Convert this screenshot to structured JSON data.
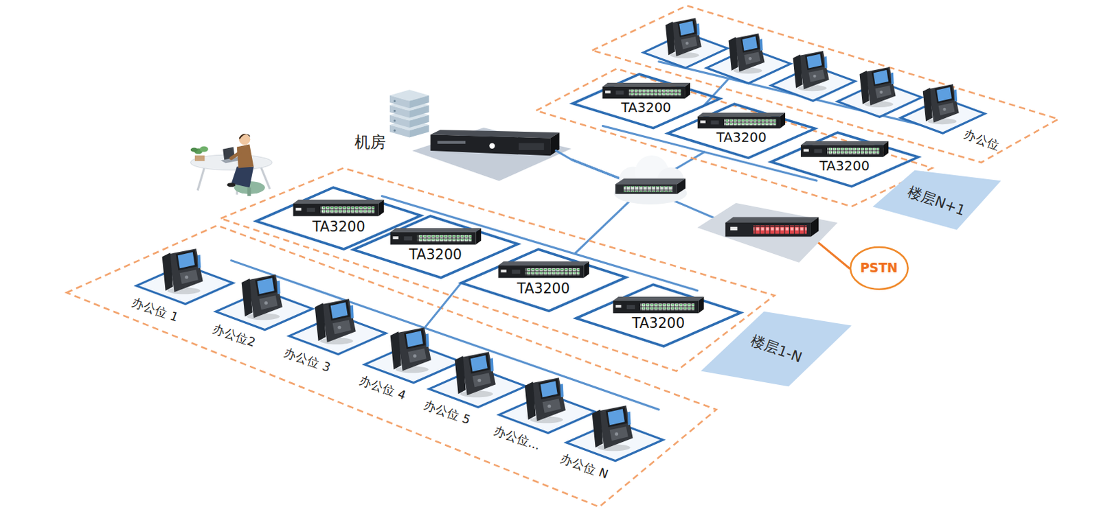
{
  "diagram": {
    "nodes": [
      {
        "text": [
          "机房"
        ]
      },
      {
        "text": [
          "楼层N+1"
        ]
      },
      {
        "text": [
          "TA3200"
        ],
        "in": 1
      },
      {
        "text": [
          "TA3200"
        ],
        "in": 1
      },
      {
        "text": [
          "TA3200"
        ],
        "in": 1
      },
      {
        "text": [
          "办公位"
        ],
        "in": 1
      },
      {
        "text": [
          "楼层1-N"
        ]
      },
      {
        "text": [
          "TA3200"
        ],
        "in": 6
      },
      {
        "text": [
          "TA3200"
        ],
        "in": 6
      },
      {
        "text": [
          "TA3200"
        ],
        "in": 6
      },
      {
        "text": [
          "TA3200"
        ],
        "in": 6
      },
      {
        "text": [
          "办公位 1"
        ],
        "in": 6
      },
      {
        "text": [
          "办公位2"
        ],
        "in": 6
      },
      {
        "text": [
          "办公位 3"
        ],
        "in": 6
      },
      {
        "text": [
          "办公位 4"
        ],
        "in": 6
      },
      {
        "text": [
          "办公位 5"
        ],
        "in": 6
      },
      {
        "text": [
          "办公位..."
        ],
        "in": 6
      },
      {
        "text": [
          "办公位 N"
        ],
        "in": 6
      },
      {
        "text": [
          "PSTN"
        ]
      }
    ],
    "edges": [
      {
        "from": 0,
        "to": 6,
        "arrow": "none"
      },
      {
        "from": 0,
        "to": 1,
        "arrow": "none"
      },
      {
        "from": 0,
        "to": 18,
        "arrow": "none"
      }
    ]
  }
}
